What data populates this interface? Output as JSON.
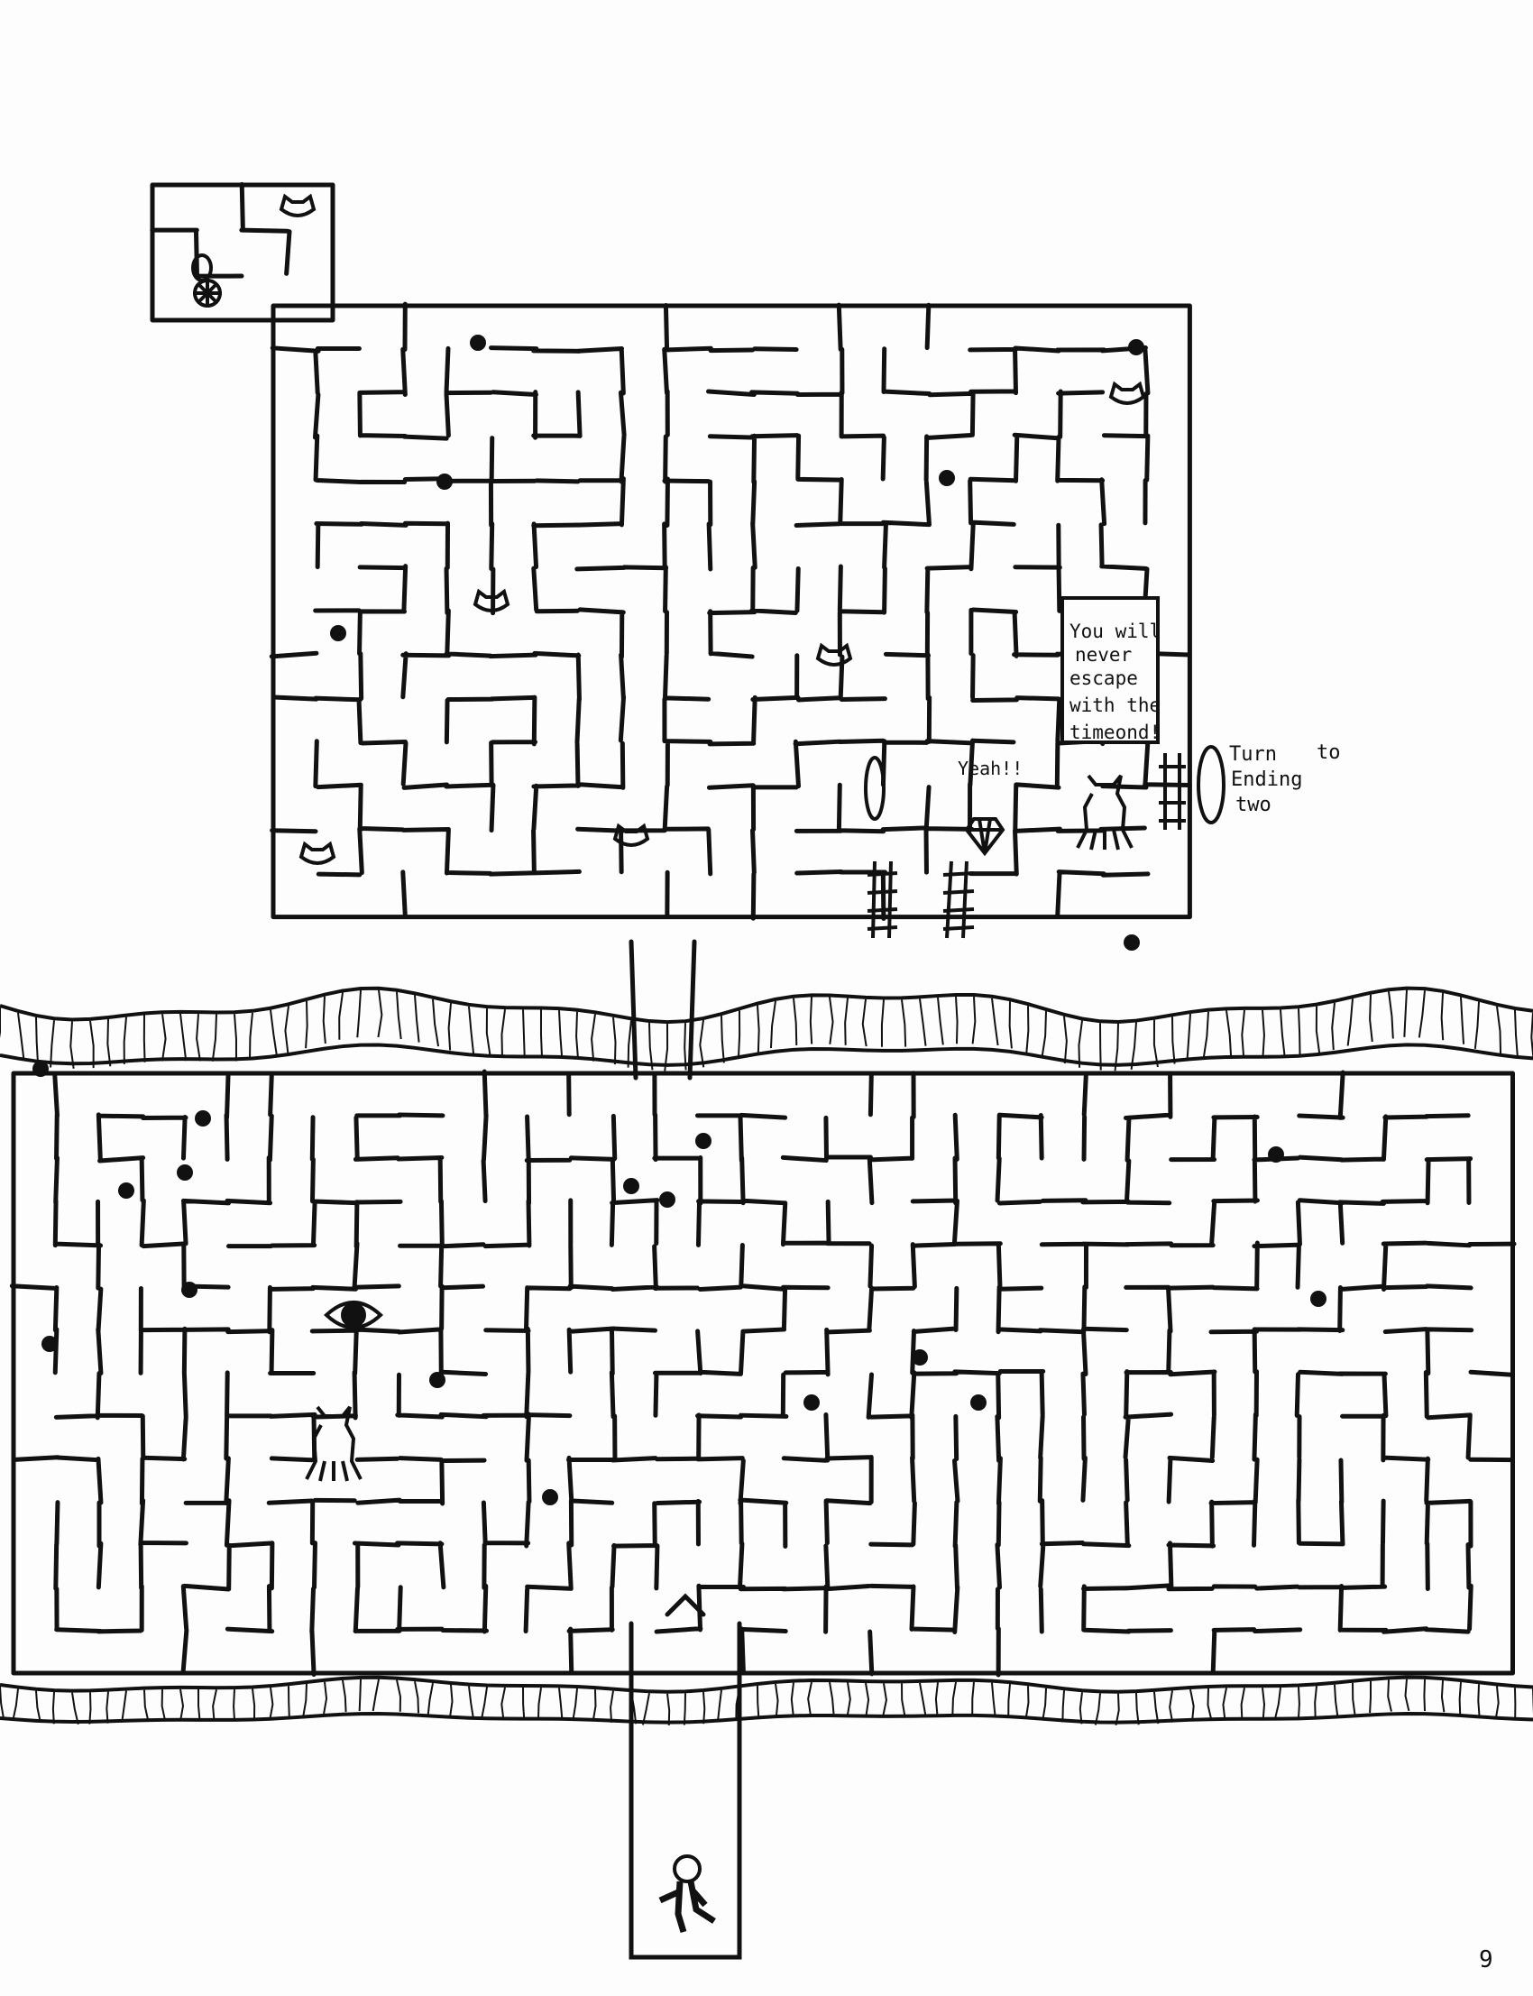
{
  "page": {
    "number": "9"
  },
  "speech_bubble": {
    "lines": [
      "You will",
      "never",
      "escape",
      "with the",
      "timeond!"
    ]
  },
  "treasure": {
    "exclaim": "Yeah!!",
    "icon": "diamond-icon"
  },
  "exit_sign": {
    "turn": "Turn",
    "to": "to",
    "ending": "Ending",
    "number": "two"
  },
  "icons": [
    "spider-web-icon",
    "cat-creature-icon",
    "bomb-icon",
    "eye-icon",
    "tentacle-monster-icon",
    "mummy-runner-icon",
    "portal-icon",
    "ladder-icon",
    "rock-band-icon"
  ],
  "colors": {
    "ink": "#111111",
    "paper": "#fdfdfd"
  }
}
